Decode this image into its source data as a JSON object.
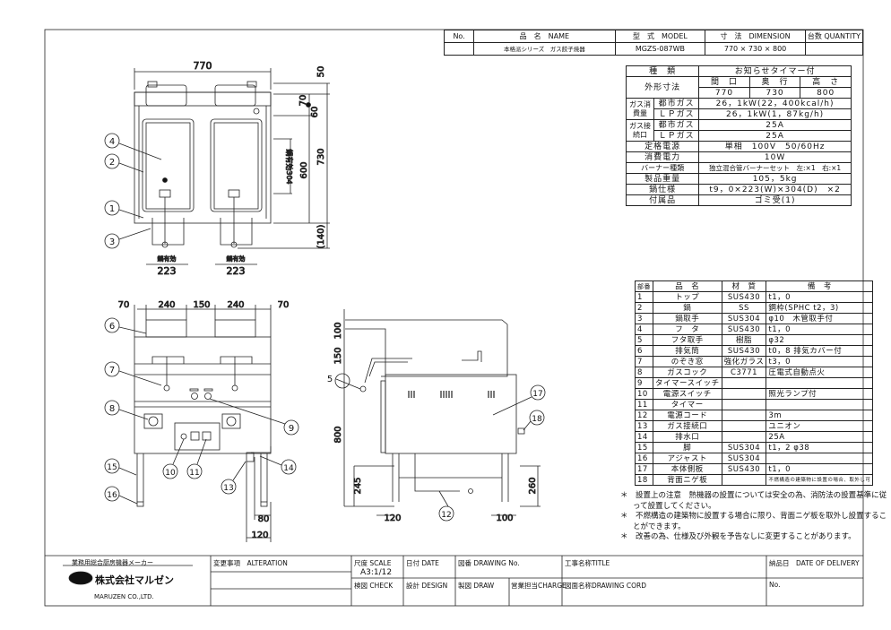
{
  "header": {
    "no_label": "No.",
    "name_label": "品　名　NAME",
    "model_label": "型　式　MODEL",
    "dimension_label": "寸　法　DIMENSION",
    "quantity_label": "台数 QUANTITY",
    "name": "本格派シリーズ　ガス餃子焼器",
    "model": "MGZS-087WB",
    "dimension": "770 × 730 × 800",
    "quantity": ""
  },
  "spec": {
    "type_label": "種　類",
    "type": "お知らせタイマー付",
    "size_label": "外形寸法",
    "width_label": "間　口",
    "depth_label": "奥　行",
    "height_label": "高　さ",
    "width": "770",
    "depth": "730",
    "height": "800",
    "gas_consumption_label": "ガス消費量",
    "city_gas_label": "都市ガス",
    "lp_gas_label": "ＬＰガス",
    "consumption_city": "26，1kW(22，400kcal/h)",
    "consumption_lp": "26，1kW(1，87kg/h)",
    "gas_connection_label": "ガス接続口",
    "connection_city": "25A",
    "connection_lp": "25A",
    "power_label": "定格電源",
    "power": "単相　100V　50/60Hz",
    "consumption_power_label": "消費電力",
    "consumption_power": "10W",
    "burner_label": "バーナー種類",
    "burner": "独立混合管バーナーセット　左:×1　右:×1",
    "weight_label": "製品重量",
    "weight": "105，5kg",
    "pan_label": "鍋仕様",
    "pan": "t9，0×223(W)×304(D)　×2",
    "accessory_label": "付属品",
    "accessory": "ゴミ受(1)"
  },
  "parts": {
    "headers": [
      "部番",
      "品　名",
      "材　質",
      "備　考"
    ],
    "rows": [
      [
        "1",
        "トップ",
        "SUS430",
        "t1，0"
      ],
      [
        "2",
        "鍋",
        "SS",
        "鋼枠(SPHC t2，3)"
      ],
      [
        "3",
        "鍋取手",
        "SUS304",
        "φ10　木管取手付"
      ],
      [
        "4",
        "フ　タ",
        "SUS430",
        "t1，0"
      ],
      [
        "5",
        "フタ取手",
        "樹脂",
        "φ32"
      ],
      [
        "6",
        "排気筒",
        "SUS430",
        "t0，8 排気カバー付"
      ],
      [
        "7",
        "のぞき窓",
        "強化ガラス",
        "t3，0"
      ],
      [
        "8",
        "ガスコック",
        "C3771",
        "圧電式自動点火"
      ],
      [
        "9",
        "タイマースイッチ",
        "",
        ""
      ],
      [
        "10",
        "電源スイッチ",
        "",
        "照光ランプ付"
      ],
      [
        "11",
        "タイマー",
        "",
        ""
      ],
      [
        "12",
        "電源コード",
        "",
        "3m"
      ],
      [
        "13",
        "ガス接続口",
        "",
        "ユニオン"
      ],
      [
        "14",
        "排水口",
        "",
        "25A"
      ],
      [
        "15",
        "脚",
        "SUS304",
        "t1，2 φ38"
      ],
      [
        "16",
        "アジャスト",
        "SUS304",
        ""
      ],
      [
        "17",
        "本体側板",
        "SUS430",
        "t1，0"
      ],
      [
        "18",
        "背面ニゲ板",
        "",
        "不燃構造の建築物に設置の場合、取外し可"
      ]
    ]
  },
  "notes": [
    "＊　設置上の注意　熱機器の設置については安全の為、消防法の設置基準に従って設置してください。",
    "＊　不燃構造の建築物に設置する場合に限り、背面ニゲ板を取外し設置することができます。",
    "＊　改善の為、仕様及び外観を予告なしに変更することがあります。"
  ],
  "drawing": {
    "top_view": {
      "width": "770",
      "d50": "50",
      "d70": "70",
      "d60": "60",
      "d600": "600",
      "d730": "730",
      "d140": "(140)",
      "pan_depth": "鍋有効304",
      "pan_eff_label": "鍋有効",
      "pan_width": "223"
    },
    "front_view": {
      "d70a": "70",
      "d240a": "240",
      "d150": "150",
      "d240b": "240",
      "d70b": "70",
      "d80": "80",
      "d120": "120"
    },
    "side_view": {
      "d100": "100",
      "d150": "150",
      "d800": "800",
      "d245": "245",
      "d120": "120",
      "d100b": "100",
      "d260": "260"
    },
    "balloons": [
      "1",
      "2",
      "3",
      "4",
      "5",
      "6",
      "7",
      "8",
      "9",
      "10",
      "11",
      "12",
      "13",
      "14",
      "15",
      "16",
      "17",
      "18"
    ]
  },
  "title_block": {
    "maker_tagline": "業務用総合厨房機器メーカー",
    "company": "株式会社マルゼン",
    "company_en": "MARUZEN CO.,LTD.",
    "alteration": "変更事項　ALTERATION",
    "scale_label": "尺度 SCALE",
    "scale": "A3:1/12",
    "date": "日付 DATE",
    "drawing_no": "図番 DRAWING No.",
    "title": "工事名称TITLE",
    "delivery": "納品日　DATE OF DELIVERY",
    "check": "検図 CHECK",
    "design": "設計 DESIGN",
    "draw": "製図 DRAW",
    "charge": "営業担当CHARGE",
    "drawing_cord": "図面名称DRAWING CORD",
    "no": "No."
  }
}
